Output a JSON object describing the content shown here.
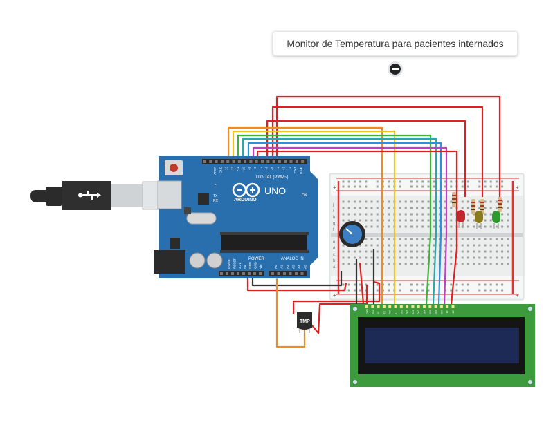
{
  "circuit": {
    "title_note": "Monitor de Temperatura para pacientes internados",
    "arduino": {
      "brand": "ARDUINO",
      "model": "UNO",
      "digital_label": "DIGITAL (PWM~)",
      "power_label": "POWER",
      "analog_label": "ANALOG IN",
      "tx": "TX",
      "rx": "RX",
      "l": "L",
      "on": "ON",
      "digital_pins": [
        "AREF",
        "GND",
        "13",
        "12",
        "~11",
        "~10",
        "~9",
        "8",
        "7",
        "~6",
        "~5",
        "4",
        "~3",
        "2",
        "TX▸1",
        "RX◂0"
      ],
      "power_pins": [
        "IOREF",
        "RESET",
        "3.3V",
        "5V",
        "GND",
        "GND",
        "Vin"
      ],
      "analog_pins": [
        "A0",
        "A1",
        "A2",
        "A3",
        "A4",
        "A5"
      ]
    },
    "sensor": {
      "label": "TMP"
    },
    "breadboard": {
      "row_letters_top": [
        "j",
        "i",
        "h",
        "g",
        "f"
      ],
      "row_letters_bottom": [
        "e",
        "d",
        "c",
        "b",
        "a"
      ]
    },
    "lcd": {
      "pins": [
        "GND",
        "VCC",
        "V0",
        "RS",
        "RW",
        "E",
        "DB0",
        "DB1",
        "DB2",
        "DB3",
        "DB4",
        "DB5",
        "DB6",
        "DB7",
        "LED",
        "LED"
      ]
    }
  },
  "colors": {
    "board": "#2a6fad",
    "breadboard": "#e9ecec",
    "wire_red": "#e02020",
    "wire_orange": "#f08c1e",
    "wire_yellow": "#f2c21c",
    "wire_green": "#3fb23a",
    "wire_teal": "#28a9a9",
    "wire_blue": "#2b90e0",
    "wire_purple": "#c23cc6",
    "wire_black": "#333333",
    "lcd_pcb": "#3d9a3d",
    "lcd_screen": "#1d2a55"
  }
}
